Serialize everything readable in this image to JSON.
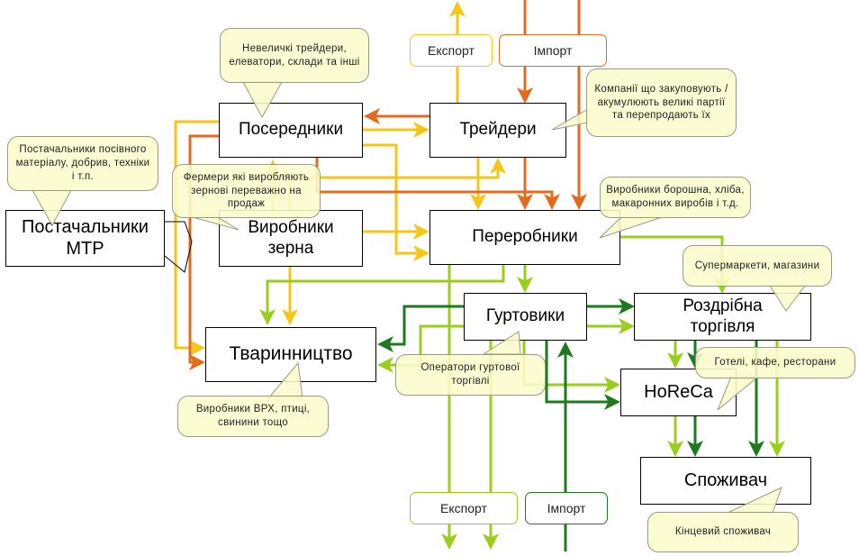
{
  "colors": {
    "yellow": "#f5c518",
    "orange": "#e26b1e",
    "light_green": "#9acd1e",
    "dark_green": "#1f7a1f",
    "callout_fill": "#fcfccc"
  },
  "nodes": {
    "suppliers": "Постачальники МТР",
    "intermediaries": "Посередники",
    "traders": "Трейдери",
    "grain_producers": "Виробники зерна",
    "processors": "Переробники",
    "wholesalers": "Гуртовики",
    "retail": "Роздрібна торгівля",
    "livestock": "Тваринництво",
    "horeca": "HoReCa",
    "consumer": "Споживач"
  },
  "trade_labels": {
    "export_top": "Експорт",
    "import_top": "Імпорт",
    "export_bottom": "Експорт",
    "import_bottom": "Імпорт"
  },
  "callouts": {
    "intermediaries": "Невеличкі трейдери, елеватори, склади та інші",
    "suppliers": "Постачальники посівного матеріалу, добрив, техніки і т.п.",
    "grain_producers": "Фермери які виробляють зернові переважно на продаж",
    "traders": "Компанії що закуповують / акумулюють великі партії та перепродають їх",
    "processors": "Виробники борошна, хліба, макаронних виробів і т.д.",
    "retail": "Супермаркети, магазини",
    "livestock": "Виробники ВРХ, птиці, свинини тощо",
    "wholesalers": "Оператори гуртової торгівлі",
    "horeca": "Готелі, кафе, ресторани",
    "consumer": "Кінцевий споживач"
  }
}
